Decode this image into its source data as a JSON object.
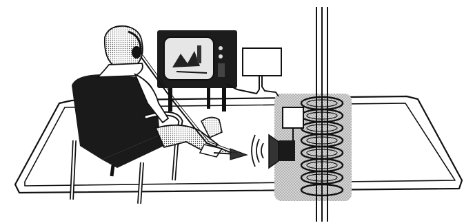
{
  "illustration": {
    "style": "black-and-white line drawing",
    "colors": {
      "ink": "#111111",
      "paper": "#ffffff",
      "screen_grey": "#e6e6e6",
      "dot_panel": "#c8c8c8",
      "hair": "#cfcfcf"
    },
    "components": [
      "person-in-armchair-with-headphones",
      "television-set",
      "wall-mounted-box",
      "floor-loop-antenna",
      "induction-coil-on-pipe",
      "small-speaker-unit",
      "sound-wave-arcs",
      "arrow-to-speaker"
    ]
  }
}
